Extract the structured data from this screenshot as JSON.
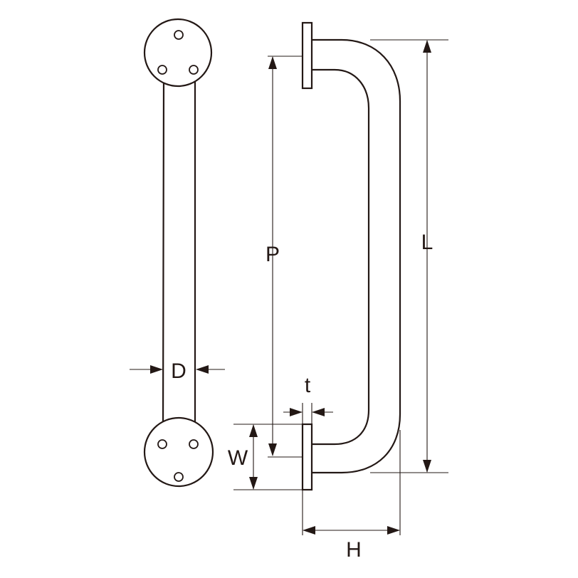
{
  "dimensions": {
    "D": "D",
    "t": "t",
    "P": "P",
    "L": "L",
    "W": "W",
    "H": "H"
  },
  "colors": {
    "line": "#231815",
    "background": "#ffffff"
  }
}
